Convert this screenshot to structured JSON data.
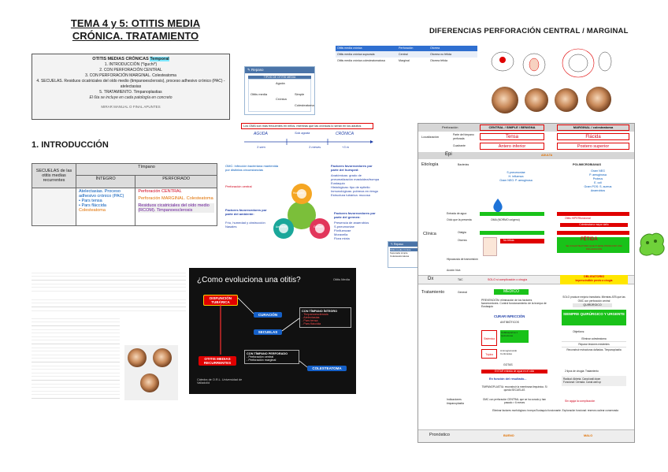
{
  "header": {
    "title_line1": "TEMA 4 y 5: OTITIS MEDIA",
    "title_line2": "CRÓNICA. TRATAMIENTO",
    "right_title": "DIFERENCIAS PERFORACIÓN CENTRAL / MARGINAL"
  },
  "index_box": {
    "heading": "OTITIS MEDIAS CRÓNICAS",
    "heading_tag": "Temporal",
    "items": [
      "1. INTRODUCCIÓN (*Iguchi*)",
      "2. CON PERFORACIÓN CENTRAL",
      "3. CON PERFORACIÓN MARGINAL. Colesteatoma",
      "4. SECUELAS. Residuos cicatriciales del oído medio (timpanoesclerosis), proceso adhesivo crónico (PAC) - atelectasias",
      "5. TRATAMIENTO. Timpanoplastias"
    ],
    "note": "El 6ta se incluye en cada patología en concreto",
    "source": "MIRAR MANUAL O FINAL APUNTES"
  },
  "intro_heading": "1. INTRODUCCIÓN",
  "secuelas_table": {
    "row_label": "SECUELAS de las otitis medias recurrentes",
    "group_header": "Tímpano",
    "col_integro": "ÍNTEGRO",
    "col_perforado": "PERFORADO",
    "integro_lines": [
      "Atelectasias. Proceso adhesivo crónico (PAC)",
      "• Pars tensa",
      "• Pars fláccida",
      "Colesteatoma"
    ],
    "perforado_lines": [
      "Perforación CENTRAL",
      "Perforación MARGINAL. Colesteatoma",
      "Residuos cicatriciales del oído medio (RCOM). Timpanoesclerosis"
    ]
  },
  "small_card_top": {
    "header": "Repaso",
    "col_title": "TIPOS DE OTITIS MEDIA",
    "rows": [
      "Otitis media",
      "Aguda",
      "Crónica",
      "Simple",
      "Colesteatoma"
    ]
  },
  "note_strip": "Los OMA son más frecuentes en niños, mientras que las crónicas lo serán en los adultos",
  "handwriting": {
    "left": "AGUDA",
    "left_sub": "3 sem",
    "mid": "3 meses",
    "mid_top": "Sub aguda",
    "right": "CRÓNICA",
    "right_sub": "+3 m"
  },
  "diagram_center": {
    "left_title": "OMC: Infección bacteriana mantenida por distintas circunstancias",
    "left_item": "Perforación central",
    "right_title": "Factores favorecedores por parte del huésped:",
    "right_items": [
      "Anatómicas: grado de pneumatización mastoidea/trompa Eustaquio",
      "Histológicas: tipo de epitelio",
      "Inmunológicas: pobreza en riesgo",
      "Estructura tubárica: mucosa"
    ],
    "bottom_left_title": "Factores favorecedores por parte del ambiente:",
    "bottom_left_items": [
      "Frío, humedad y obstrucción",
      "Nasales"
    ],
    "bottom_right_title": "Factores favorecedores por parte del germen:",
    "bottom_right_items": [
      "Presencia de anaerobios",
      "S.pneumoniae",
      "P.influenzae",
      "Moraxella",
      "Flora mixta"
    ],
    "center_labels": [
      "Huésped",
      "Ambiente",
      "Germen"
    ]
  },
  "dark_slide": {
    "title": "¿Como evoluciona una otitis?",
    "corner_label": "Otitis Media",
    "disfuncion": "DISFUNCIÓN TUBÁRICA",
    "curacion": "CURACIÓN",
    "secuelas": "SECUELAS",
    "timpano_integro": "CON TÍMPANO ÍNTEGRO",
    "integro_items": [
      "- Timpanoesclerosis",
      "- Atelectasias",
      "- Pars tensa",
      "- Pars fláccida"
    ],
    "otitis_recurrentes": "OTITIS MEDIAS RECURRENTES",
    "perforado": "CON TÍMPANO PERFORADO",
    "perforado_items": [
      "- Perforación central",
      "- Perforación marginal"
    ],
    "colesteatoma": "COLESTEATOMA",
    "footer": "Cátedra de O.R.L. Universidad de Valladolid"
  },
  "top_right_table": {
    "headers": [
      "Otitis media crónica",
      "Perforación",
      "Otorrea"
    ],
    "rows": [
      [
        "Otitis media crónica supurada",
        "Central",
        "Otorrea no fétida"
      ],
      [
        "Otitis media crónica colesteatomatosa",
        "Marginal",
        "Otorrea fétida"
      ]
    ]
  },
  "mini_card_right": {
    "header": "Repaso",
    "headers": [
      "Otitis media crónica",
      "Otorrea"
    ],
    "rows": [
      [
        "Supurada simple",
        "no fétida"
      ],
      [
        "Colesteatomatosa",
        "fétida"
      ]
    ]
  },
  "big_table": {
    "header_perforacion": "Perforación",
    "header_central": "CENTRAL / SIMPLE / BENIGNA",
    "header_marginal": "MARGINAL / colesteatoma",
    "localizacion": "Localización",
    "loc_sub1": "Parte del tímpano perforada",
    "loc_sub2": "Cuadrante",
    "central_tensa": "Tensa",
    "marginal_flacida": "Flácida",
    "central_cuadrante": "Antero inferior",
    "marginal_cuadrante": "Postero superior",
    "epi": "Epi",
    "adulta": "ADULTA",
    "etiologia": "Etiología",
    "bacterias": "Bacterias",
    "central_bact": [
      "S.pneumoniae",
      "H. influenza",
      "Gram NEG: P. aeruginosa"
    ],
    "marginal_bact_title": "POLIMICROBIANAS",
    "marginal_bact": [
      "Gram NEG",
      "P. aeruginosa",
      "Proteus",
      "E. coli",
      "Gram POS: S. aureus",
      "Anaerobios"
    ],
    "entrada_agua": "Entrada de agua",
    "oido_pared": "Oído que la presenta",
    "central_oido": "OMA (NORMO oxígeno)",
    "marginal_oido": "Otitis HIPERfuncional",
    "marginal_oido2": "Colesteatoma mayor daño",
    "clinica": "Clínica",
    "otalgia": "Otalgia",
    "otorrea": "Otorrea",
    "central_otorrea": "No fétida",
    "marginal_otorrea": "FÉTIDA",
    "marginal_otorrea2": "SE COLESTEATOMA QUE PUEDE PRODUCIR UNA INFLAMACIÓN",
    "hipoacusia": "Hipoacusia de transmisión",
    "accion_hiva": "Acción hiva",
    "dx": "Dx",
    "tac": "TAC",
    "central_tac": "SOLO si complicación o cirugía",
    "marginal_tac": "OBLIGATORIO",
    "marginal_tac2": "Imprescindible previo a cirugía",
    "tratamiento": "Tratamiento",
    "general": "General",
    "medico": "MÉDICO",
    "quirurgico": "QUIRÚRGICO",
    "prevencion": "PREVENCIÓN: eliminación de los factores favorecedores. Control funcionamiento de la trompa de Eustaquio",
    "cirugia_note": "SOLO produce mejoría transitoria. Mientras ATB que las OMC con perforación central",
    "curar_infeccion": "CURAR INFECCIÓN",
    "antibioticos": "ANTIBIÓTICOS",
    "sistemica": "Sistémica",
    "sistemica_drugs": "Cefalosporina 1 Quinolonas",
    "topica": "Tópica",
    "topica_drugs": "Aminoglucosido Corticoides",
    "gotas": "GOTAS",
    "evitar": "EVITAR entrada de agua en el oído",
    "funcion_resultado": "En función del resultado...",
    "timpanoplastia": "TIMPANOPLASTIA: reconstruir la membrana timpánica. Si queda SECUELAS",
    "siempre": "SIEMPRE QUIRÚRGICO Y URGENTE",
    "objetivos": "Objetivos:",
    "obj_items": [
      "Eliminar colesteatoma",
      "Reparar lesiones existentes",
      "Reconstruir estructuras dañadas. Timpanoplastia"
    ],
    "tiempos": "2 tipos de cirugía: Tratamiento",
    "tiempo_items": [
      "Radical: Abierta. Canal wall down",
      "Funcional: Cerrada. Canal wall up"
    ],
    "indicaciones": "Indicaciones timpanoplastia",
    "ind_central": "OMC con perforación CENTRAL que se ha curado y han pasado > 6 meses",
    "ind_marginal": "Sin aguja la complicación",
    "eliminar": "Eliminar factores morfológicos: trompa Eustaquio funcionante. Exploración funcional: reserva coclear conservada",
    "pronostico": "Pronóstico",
    "bueno": "BUENO",
    "malo": "MALO"
  },
  "colors": {
    "accent_red": "#e00000",
    "accent_green": "#19c219",
    "accent_blue": "#2f6fd0",
    "header_grey": "#d6d6d6"
  }
}
